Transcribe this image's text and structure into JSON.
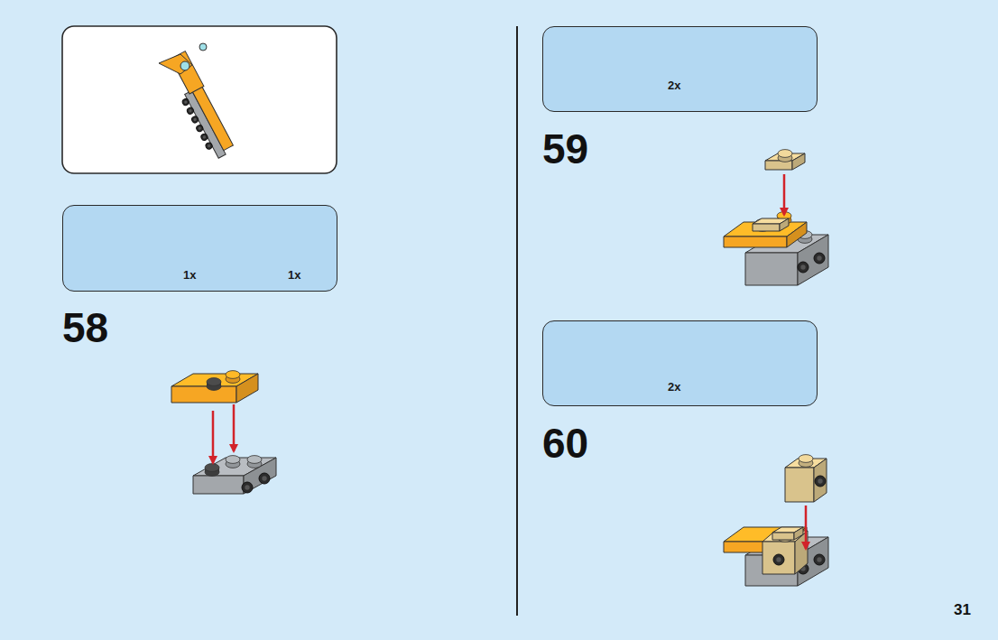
{
  "diagram": {
    "nodes": [
      {
        "text": [
          "1x",
          "1x"
        ]
      },
      {
        "text": [
          "2x"
        ]
      },
      {
        "text": [
          "2x"
        ]
      }
    ],
    "edges": [],
    "labels": [
      "58",
      "59",
      "60",
      "31"
    ]
  }
}
